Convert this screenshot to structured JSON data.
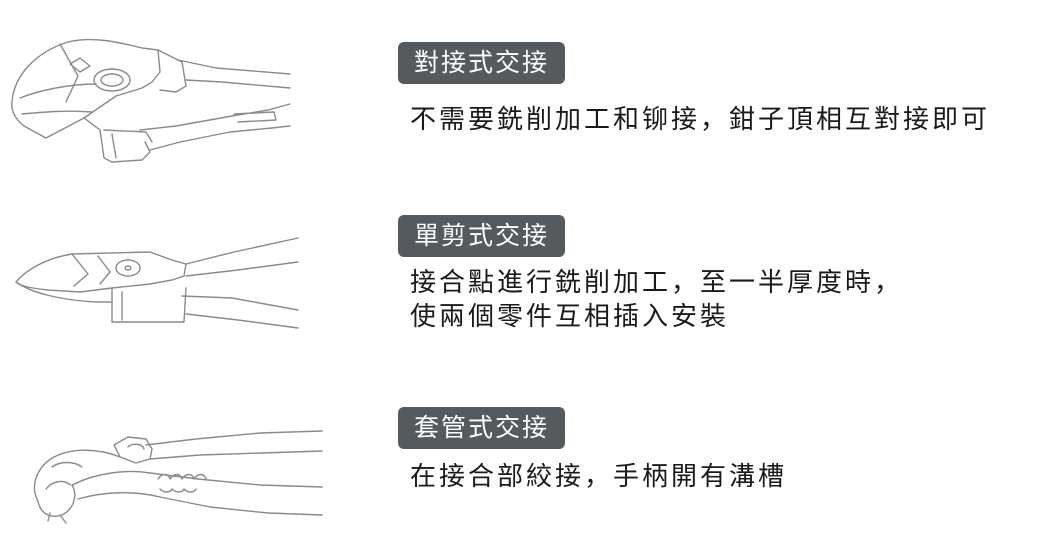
{
  "colors": {
    "tag_bg": "#555a5e",
    "tag_text": "#ffffff",
    "line_art": "#8a8a8a",
    "body_text": "#1a1a1a"
  },
  "joints": [
    {
      "icon": "box-joint-pliers-icon",
      "tag": "對接式交接",
      "lines": [
        "不需要銑削加工和铆接，鉗子頂相互對接即可"
      ]
    },
    {
      "icon": "lap-joint-pliers-icon",
      "tag": "單剪式交接",
      "lines": [
        "接合點進行銑削加工，至一半厚度時，",
        "使兩個零件互相插入安裝"
      ]
    },
    {
      "icon": "slip-joint-pliers-icon",
      "tag": "套管式交接",
      "lines": [
        "在接合部絞接，手柄開有溝槽"
      ]
    }
  ]
}
